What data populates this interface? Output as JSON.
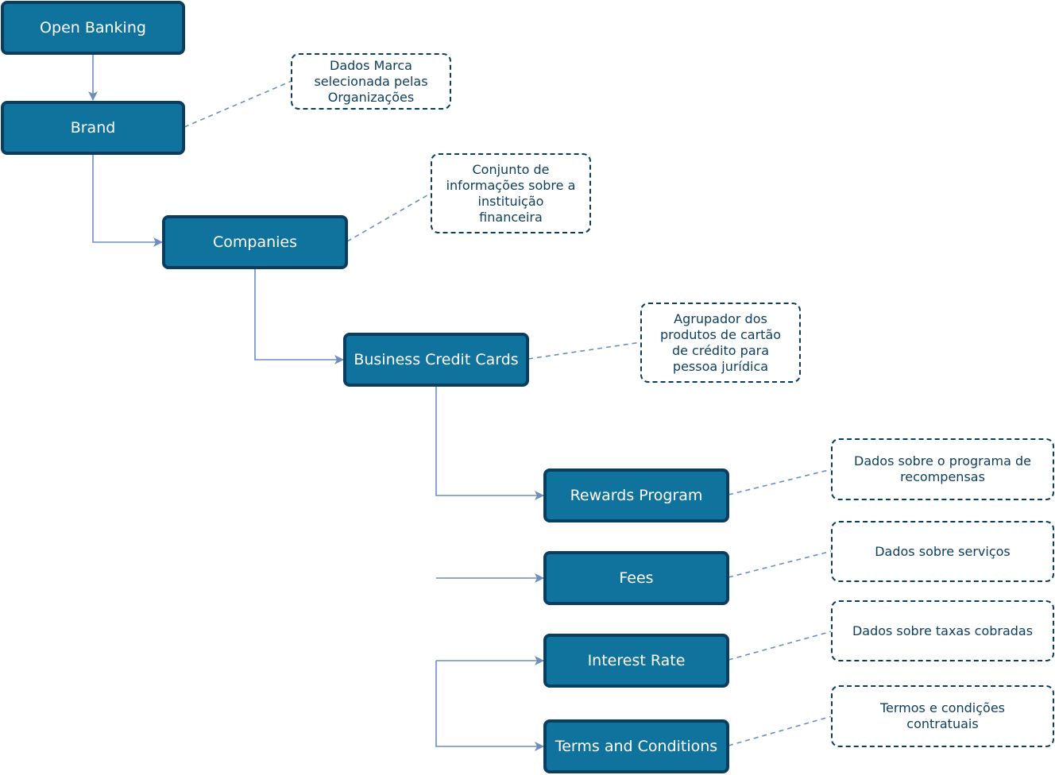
{
  "colors": {
    "node_fill": "#10739e",
    "node_border": "#0b3d5e",
    "connector": "#6c8ebf",
    "note_border": "#0b3d5e",
    "note_text": "#0b3d5e"
  },
  "nodes": {
    "open_banking": "Open Banking",
    "brand": "Brand",
    "companies": "Companies",
    "business_credit_cards": "Business Credit Cards",
    "rewards_program": "Rewards Program",
    "fees": "Fees",
    "interest_rate": "Interest Rate",
    "terms_and_conditions": "Terms and Conditions"
  },
  "notes": {
    "brand": [
      "Dados Marca",
      "selecionada pelas",
      "Organizações"
    ],
    "companies": [
      "Conjunto de",
      "informações sobre a",
      "instituição",
      "financeira"
    ],
    "business_credit_cards": [
      "Agrupador dos",
      "produtos de cartão",
      "de crédito para",
      "pessoa jurídica"
    ],
    "rewards_program": [
      "Dados sobre o programa de",
      "recompensas"
    ],
    "fees": [
      "Dados sobre serviços"
    ],
    "interest_rate": [
      "Dados sobre taxas cobradas"
    ],
    "terms_and_conditions": [
      "Termos e condições",
      "contratuais"
    ]
  }
}
